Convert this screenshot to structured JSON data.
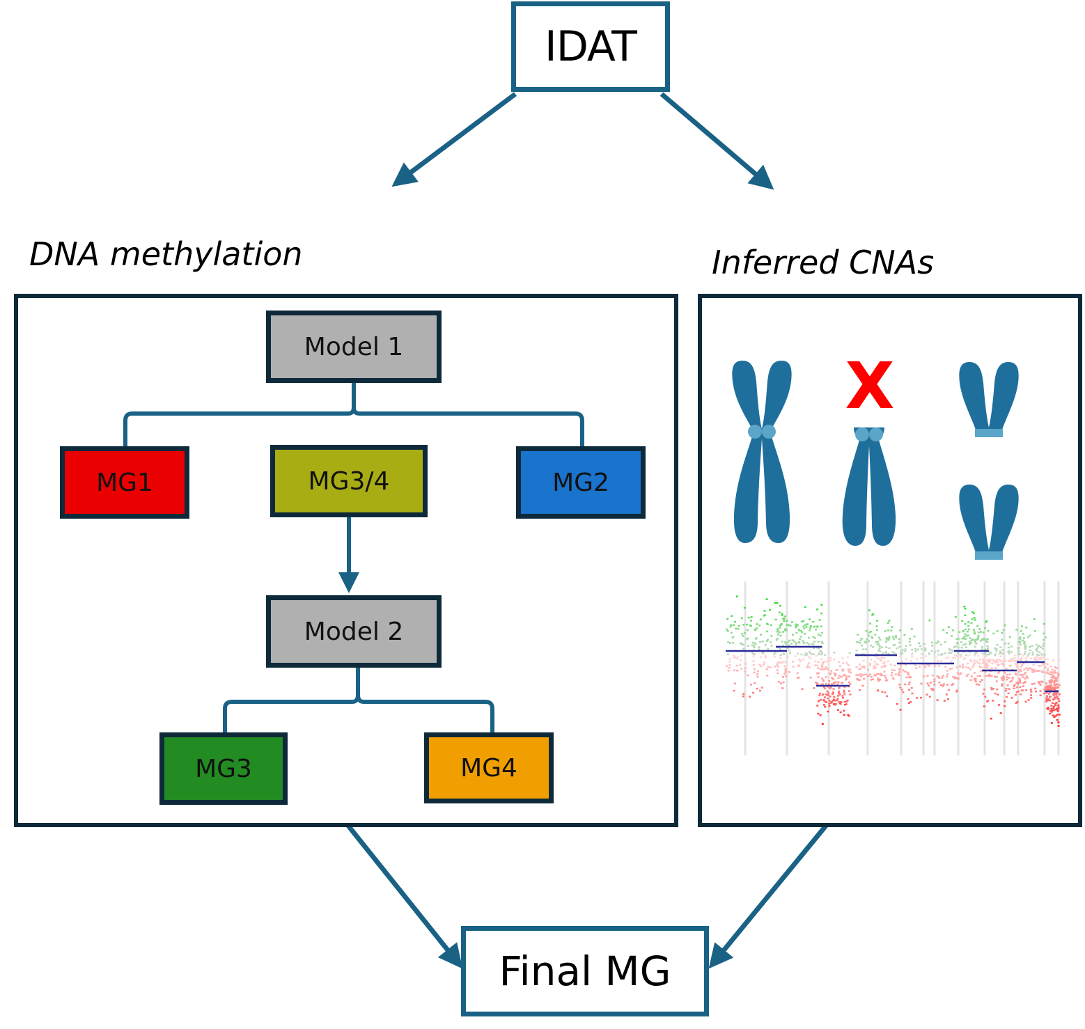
{
  "diagram": {
    "input_node": {
      "label": "IDAT"
    },
    "output_node": {
      "label": "Final MG"
    },
    "sections": {
      "dna_methylation": {
        "title": "DNA methylation",
        "model_1": {
          "label": "Model 1"
        },
        "model_2": {
          "label": "Model 2"
        },
        "groups": {
          "mg1": {
            "label": "MG1",
            "color": "#ea0000"
          },
          "mg34": {
            "label": "MG3/4",
            "color": "#a9ad14"
          },
          "mg2": {
            "label": "MG2",
            "color": "#1a73cc"
          },
          "mg3": {
            "label": "MG3",
            "color": "#228b22"
          },
          "mg4": {
            "label": "MG4",
            "color": "#f09e00"
          }
        }
      },
      "inferred_cnas": {
        "title": "Inferred CNAs",
        "illustrations": [
          "normal-chromosome-icon",
          "chromosome-arm-loss-icon",
          "isochromosome-icon",
          "copy-number-plot"
        ]
      }
    },
    "colors": {
      "arrow": "#1a6285",
      "panel_border": "#0e2a3a",
      "chromosome": "#1f6f9c",
      "centromere": "#5aa5c8",
      "deletion_mark": "#ff0000",
      "cna_gain": "#22dd22",
      "cna_loss": "#ff1010",
      "cna_segment": "#2a2a9a"
    }
  }
}
